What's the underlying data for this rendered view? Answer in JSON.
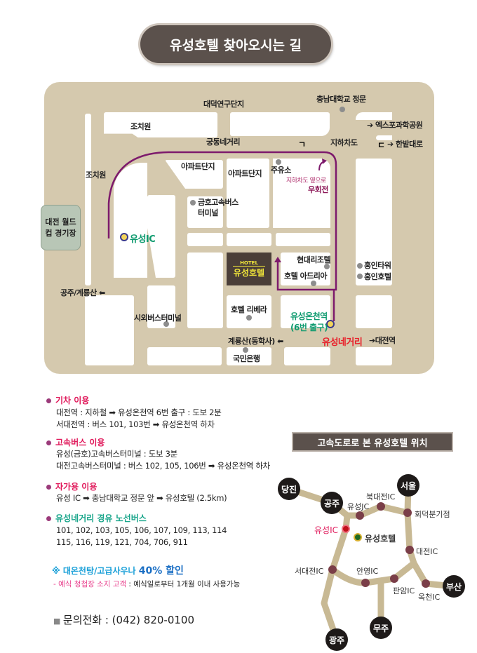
{
  "title": "유성호텔 찾아오시는 길",
  "map": {
    "worldcup": "대전 월드컵 경기장",
    "labels": {
      "daedeok": "대덕연구단지",
      "cnu_gate": "충남대학교 정문",
      "expo": "엑스포과학공원",
      "jochiwon1": "조치원",
      "jochiwon2": "조치원",
      "gungdong": "궁동네거리",
      "underpass": "지하차도",
      "hanbat": "한밭대로",
      "apt1": "아파트단지",
      "apt2": "아파트단지",
      "gas": "주유소",
      "uturn1": "지하차도 옆으로",
      "uturn2": "우회전",
      "kumho1": "금호고속버스",
      "kumho2": "터미널",
      "yuseong_ic": "유성IC",
      "hyundai": "현대리조텔",
      "adria": "호텔 아드리아",
      "hongin_tower": "홍인타워",
      "hongin_hotel": "홍인호텔",
      "gongju": "공주/계룡산",
      "riviera": "호텔 리베라",
      "intercity": "시외버스터미널",
      "station1": "유성온천역",
      "station2": "(6번 출구)",
      "yuseong_cross": "유성네거리",
      "daejeon_station": "대전역",
      "gyeryong": "계룡산(동학사)",
      "kookmin": "국민은행",
      "hotel_logo": "유성호텔",
      "hotel_small": "HOTEL"
    }
  },
  "sections": [
    {
      "title": "기차 이용",
      "lines": [
        "대전역 : 지하철 ➡ 유성온천역 6번 출구 : 도보 2분",
        "서대전역 : 버스 101, 103번 ➡ 유성온천역 하차"
      ]
    },
    {
      "title": "고속버스 이용",
      "lines": [
        "유성(금호)고속버스터미널 : 도보 3분",
        "대전고속버스터미널 : 버스 102, 105, 106번 ➡ 유성온천역 하차"
      ]
    },
    {
      "title": "자가용 이용",
      "lines": [
        "유성 IC ➡ 충남대학교 정문 앞 ➡ 유성호텔 (2.5km)"
      ]
    },
    {
      "title": "유성네거리 경유 노선버스",
      "lines": [
        "101, 102, 103, 105, 106, 107, 109, 113, 114",
        "115, 116, 119, 121, 704, 706, 911"
      ]
    }
  ],
  "promo": {
    "prefix": "※ 대온천탕/고급사우나 ",
    "highlight": "40% 할인",
    "note_pink": "- 예식 청첩장 소지 고객",
    "note_rest": " : 예식일로부터 1개월 이내 사용가능"
  },
  "phone": "문의전화 : (042) 820-0100",
  "highway": {
    "title": "고속도로로 본 유성호텔 위치",
    "cities": {
      "dangjin": "당진",
      "gongju": "공주",
      "seoul": "서울",
      "busan": "부산",
      "muju": "무주",
      "gwangju": "광주"
    },
    "ics": {
      "yuseong_jc": "유성JC",
      "bukdaejeon": "북대전IC",
      "hoedeok": "회덕분기점",
      "yuseong_ic": "유성IC",
      "hotel": "유성호텔",
      "daejeon_ic": "대전IC",
      "seodaejeon": "서대전IC",
      "anyeong": "안영IC",
      "panam": "판암IC",
      "okcheon": "옥천IC"
    }
  }
}
